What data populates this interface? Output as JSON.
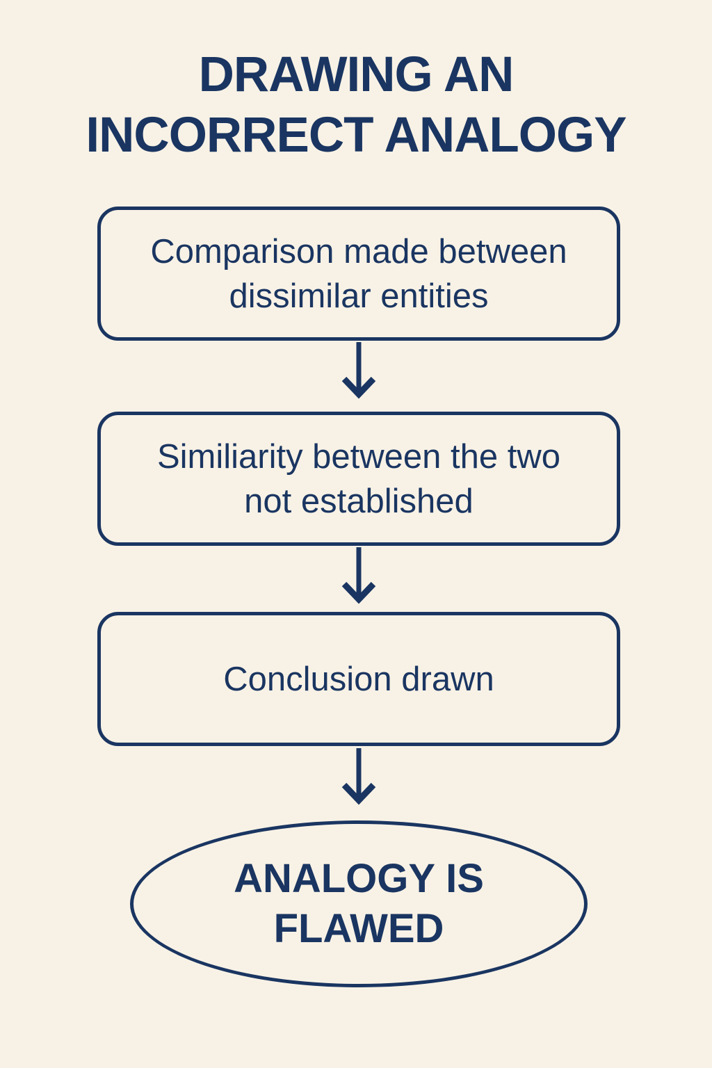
{
  "colors": {
    "bg": "#f8f2e6",
    "ink": "#1a3561"
  },
  "title": {
    "line1": "DRAWING AN",
    "line2": "INCORRECT ANALOGY"
  },
  "flowchart": {
    "type": "vertical-flow",
    "steps": [
      {
        "label": "Comparison made between dissimilar entities"
      },
      {
        "label": "Similiarity between the two not established"
      },
      {
        "label": "Conclusion drawn"
      }
    ],
    "connector": "down-arrow",
    "result": "ANALOGY IS FLAWED"
  }
}
